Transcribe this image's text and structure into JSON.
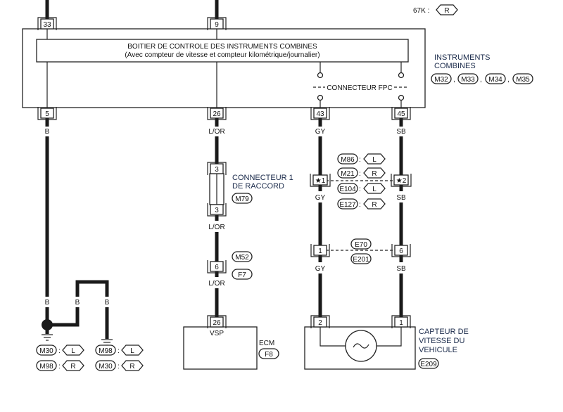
{
  "header": {
    "code": "67K :",
    "code_tag": "R"
  },
  "unit": {
    "title": "BOITIER DE CONTROLE DES INSTRUMENTS COMBINES",
    "subtitle": "(Avec compteur de vitesse et compteur kilométrique/journalier)",
    "label_line1": "INSTRUMENTS",
    "label_line2": "COMBINES",
    "connectors": [
      "M32",
      "M33",
      "M34",
      "M35"
    ],
    "fpc_label": "CONNECTEUR FPC",
    "top_pins": [
      "33",
      "9"
    ],
    "bottom_pins": [
      "5",
      "26",
      "43",
      "45"
    ]
  },
  "wires": {
    "w1": "B",
    "w2": "L/OR",
    "w3": "GY",
    "w4": "SB"
  },
  "joint_connector": {
    "line1": "CONNECTEUR 1",
    "line2": "DE RACCORD",
    "id": "M79",
    "pin_top": "3",
    "pin_bottom": "3",
    "wire_below": "L/OR"
  },
  "inline_m52": {
    "id_top": "M52",
    "id_bottom": "F7",
    "pin": "6",
    "wire_below": "L/OR"
  },
  "star_connectors": {
    "pin_left": "★1",
    "pin_right": "★2",
    "wire_left": "GY",
    "wire_right": "SB",
    "variants": [
      {
        "id": "M86",
        "tag": "L"
      },
      {
        "id": "M21",
        "tag": "R"
      },
      {
        "id": "E104",
        "tag": "L"
      },
      {
        "id": "E127",
        "tag": "R"
      }
    ]
  },
  "e70": {
    "id_top": "E70",
    "id_bottom": "E201",
    "pin_left": "1",
    "pin_right": "6",
    "wire_left": "GY",
    "wire_right": "SB"
  },
  "ecm": {
    "pin": "26",
    "terminal": "VSP",
    "label": "ECM",
    "id": "F8"
  },
  "sensor": {
    "pin_left": "2",
    "pin_right": "1",
    "line1": "CAPTEUR DE",
    "line2": "VITESSE DU",
    "line3": "VEHICULE",
    "id": "E209"
  },
  "ground": {
    "wire_labels": [
      "B",
      "B",
      "B"
    ],
    "left": [
      {
        "id": "M30",
        "tag": "L"
      },
      {
        "id": "M98",
        "tag": "R"
      }
    ],
    "right": [
      {
        "id": "M98",
        "tag": "L"
      },
      {
        "id": "M30",
        "tag": "R"
      }
    ]
  }
}
